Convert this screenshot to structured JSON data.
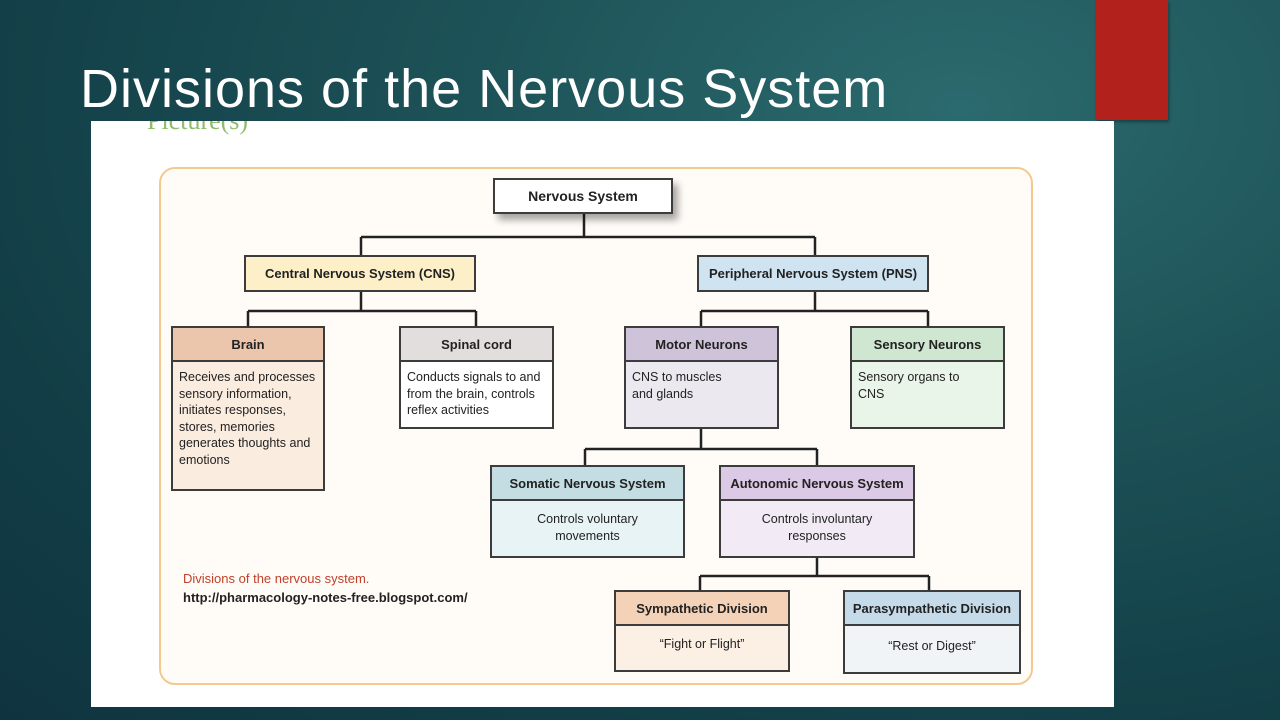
{
  "slide": {
    "title": "Divisions of the Nervous System",
    "picture_label": "Picture(s)"
  },
  "diagram": {
    "root": "Nervous System",
    "cns": "Central Nervous System (CNS)",
    "pns": "Peripheral Nervous System (PNS)",
    "brain": {
      "title": "Brain",
      "body": "Receives and processes sensory information, initiates responses, stores, memories generates thoughts and emotions"
    },
    "spinal": {
      "title": "Spinal cord",
      "body": "Conducts signals to and from the brain, controls reflex activities"
    },
    "motor": {
      "title": "Motor Neurons",
      "body": "CNS to muscles and glands"
    },
    "sensory": {
      "title": "Sensory Neurons",
      "body": "Sensory organs to CNS"
    },
    "somatic": {
      "title": "Somatic Nervous System",
      "body": "Controls voluntary movements"
    },
    "autonomic": {
      "title": "Autonomic Nervous System",
      "body": "Controls involuntary responses"
    },
    "sympathetic": {
      "title": "Sympathetic Division",
      "body": "“Fight or Flight”"
    },
    "parasympathetic": {
      "title": "Parasympathetic Division",
      "body": "“Rest or Digest”"
    }
  },
  "caption": {
    "title": "Divisions of the nervous system.",
    "url": "http://pharmacology-notes-free.blogspot.com/"
  },
  "colors": {
    "cns": "#fdf0c8",
    "pns": "#cfe3f0",
    "brain_head": "#ecc6ac",
    "brain_body": "#fbece0",
    "spinal_head": "#e2dedd",
    "motor_head": "#cfc3da",
    "motor_body": "#ece8f0",
    "sensory_head": "#cfe6d0",
    "sensory_body": "#eaf5ea",
    "somatic_head": "#c3dde3",
    "somatic_body": "#e8f3f5",
    "autonomic_head": "#dcc9e6",
    "autonomic_body": "#f2ebf5",
    "sympathetic_head": "#f3d2b8",
    "sympathetic_body": "#fcefe4",
    "parasympathetic_head": "#c6dbea",
    "parasympathetic_body": "#f1f4f7",
    "accent_red": "#b3211c"
  }
}
